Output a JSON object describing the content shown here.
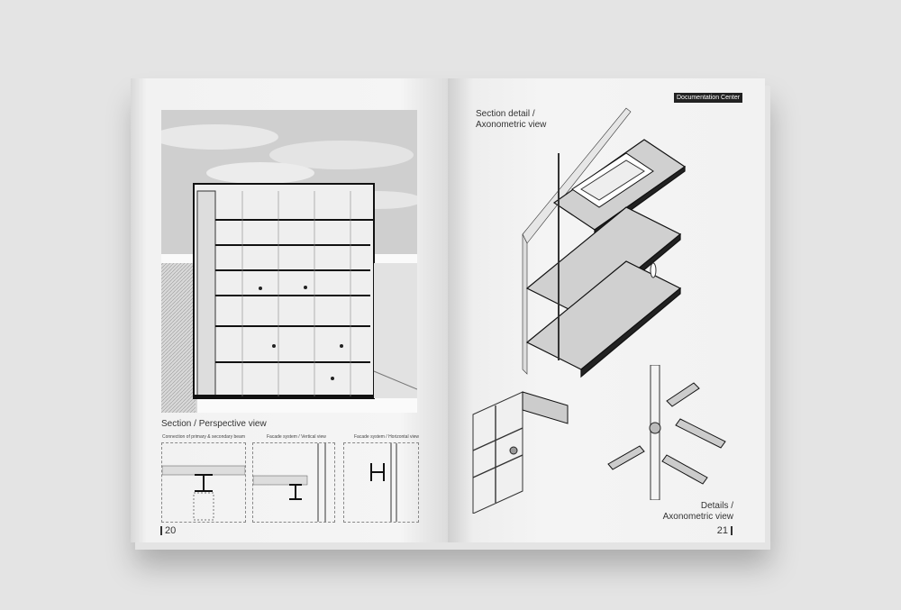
{
  "left_page": {
    "main_caption": "Section / Perspective view",
    "details": [
      {
        "title": "Connection of primary & secondary beam"
      },
      {
        "title": "Facade system / Vertical view"
      },
      {
        "title": "Facade system / Horizontal view"
      }
    ],
    "page_number": "20"
  },
  "right_page": {
    "header_badge": "Documentation Center",
    "top_caption_line1": "Section detail /",
    "top_caption_line2": "Axonometric view",
    "bottom_caption_line1": "Details /",
    "bottom_caption_line2": "Axonometric view",
    "page_number": "21"
  }
}
